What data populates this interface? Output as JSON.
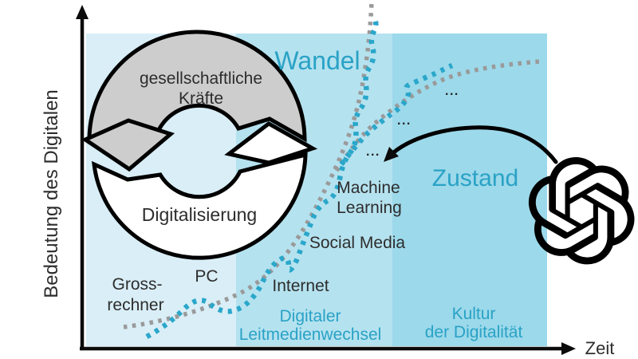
{
  "diagram": {
    "y_axis_label": "Bedeutung des Digitalen",
    "x_axis_label": "Zeit",
    "phases": {
      "wandel": "Wandel",
      "zustand": "Zustand",
      "leitmedienwechsel_line1": "Digitaler",
      "leitmedienwechsel_line2": "Leitmedienwechsel",
      "kultur_line1": "Kultur",
      "kultur_line2": "der Digitalität"
    },
    "cycle": {
      "top_line1": "gesellschaftliche",
      "top_line2": "Kräfte",
      "bottom": "Digitalisierung"
    },
    "milestones": {
      "grossrechner_line1": "Gross-",
      "grossrechner_line2": "rechner",
      "pc": "PC",
      "internet": "Internet",
      "social_media": "Social Media",
      "machine_learning_line1": "Machine",
      "machine_learning_line2": "Learning",
      "ellipsis": "..."
    },
    "colors": {
      "band_1": "#d9eef7",
      "band_2": "#b5e2ef",
      "band_3": "#9cd9ea",
      "dots_gray": "#9a9a9a",
      "dots_cyan": "#2aa7ca",
      "accent_text": "#2aa2c6",
      "cycle_gray": "#cdcdcd",
      "cycle_white": "#ffffff",
      "logo_black": "#000000"
    }
  }
}
